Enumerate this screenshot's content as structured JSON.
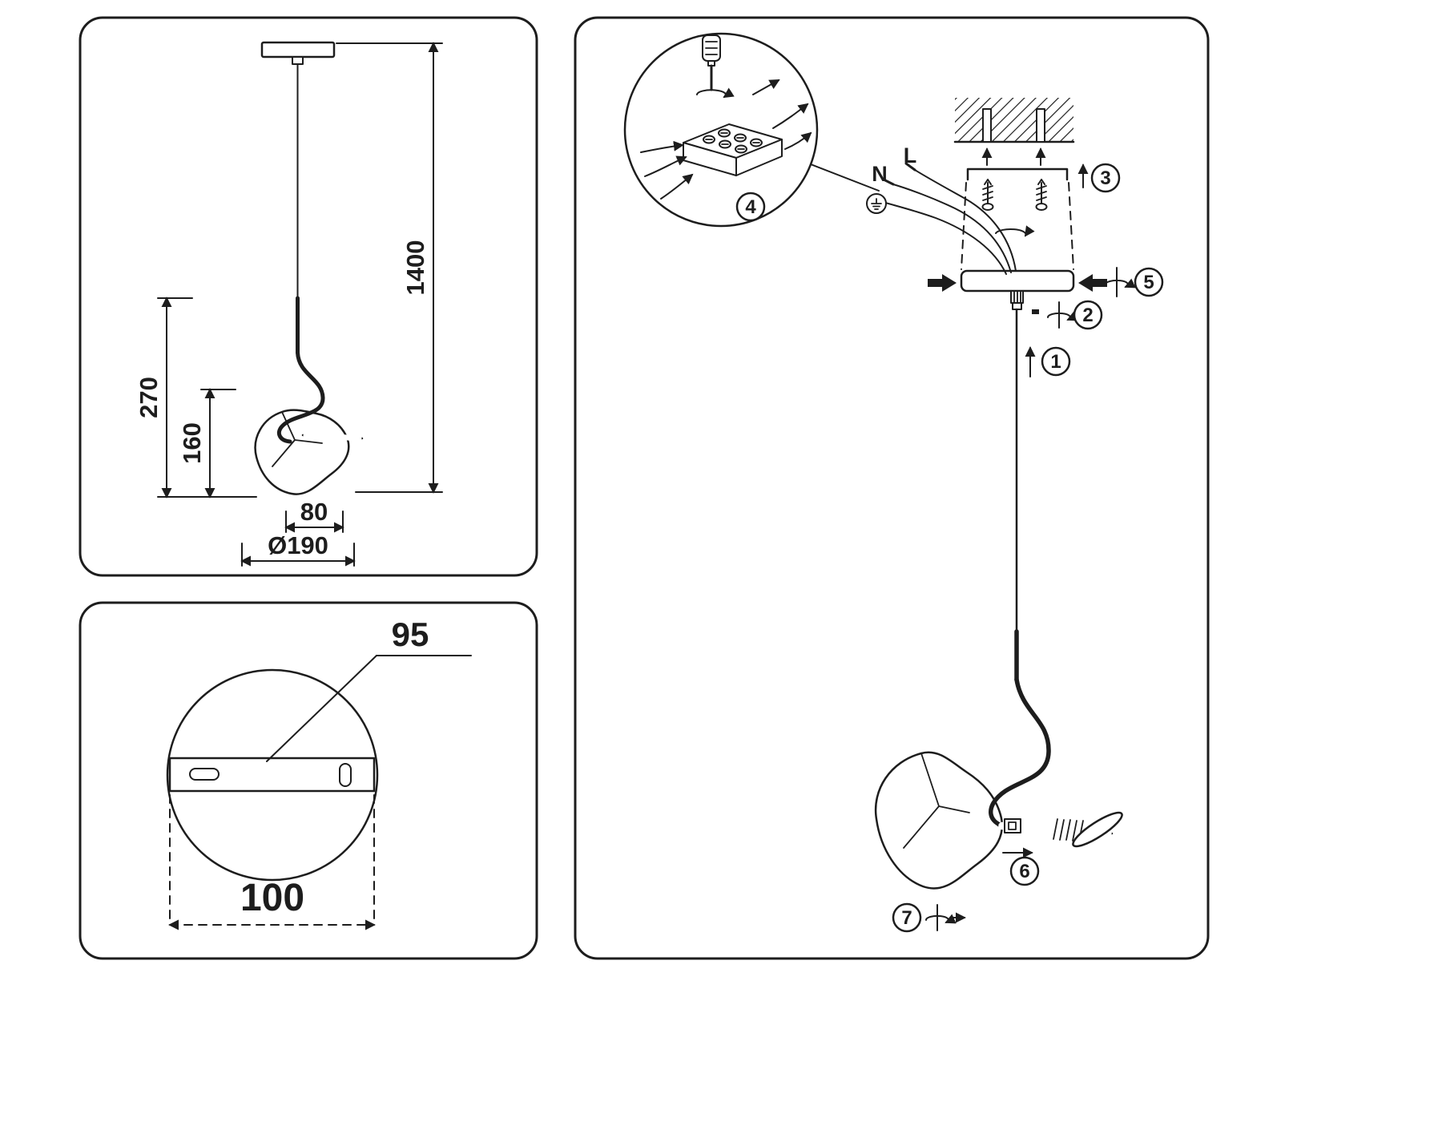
{
  "colors": {
    "background": "#ffffff",
    "line": "#1d1d1d"
  },
  "dimension_panel": {
    "total_drop": "1400",
    "stem_height": "270",
    "shade_height": "160",
    "shade_width": "80",
    "shade_diameter": "Ø190"
  },
  "canopy_panel": {
    "hole_spacing": "95",
    "canopy_width": "100"
  },
  "installation_panel": {
    "steps": [
      "1",
      "2",
      "3",
      "4",
      "5",
      "6",
      "7"
    ],
    "wire_labels": {
      "neutral": "N",
      "live": "L"
    }
  }
}
